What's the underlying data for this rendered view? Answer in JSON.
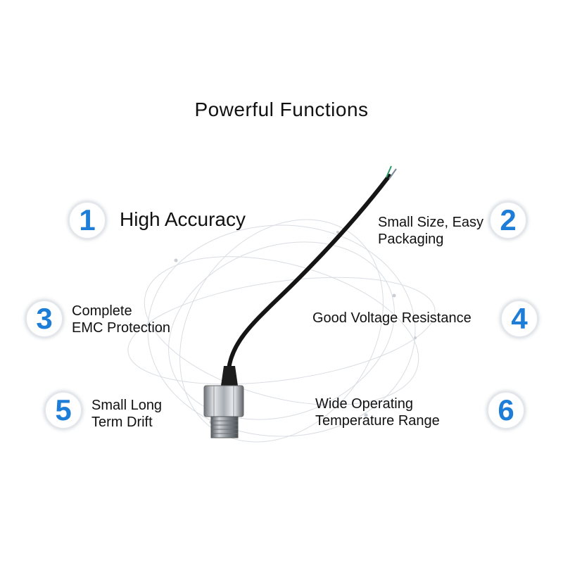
{
  "title": "Powerful Functions",
  "accent_color": "#1e7dd6",
  "features": [
    {
      "number": "1",
      "text": "High Accuracy"
    },
    {
      "number": "2",
      "line1": "Small Size, Easy",
      "line2": "Packaging"
    },
    {
      "number": "3",
      "line1": "Complete",
      "line2": "EMC Protection"
    },
    {
      "number": "4",
      "text": "Good Voltage Resistance"
    },
    {
      "number": "5",
      "line1": "Small Long",
      "line2": "Term Drift"
    },
    {
      "number": "6",
      "line1": "Wide Operating",
      "line2": "Temperature Range"
    }
  ]
}
